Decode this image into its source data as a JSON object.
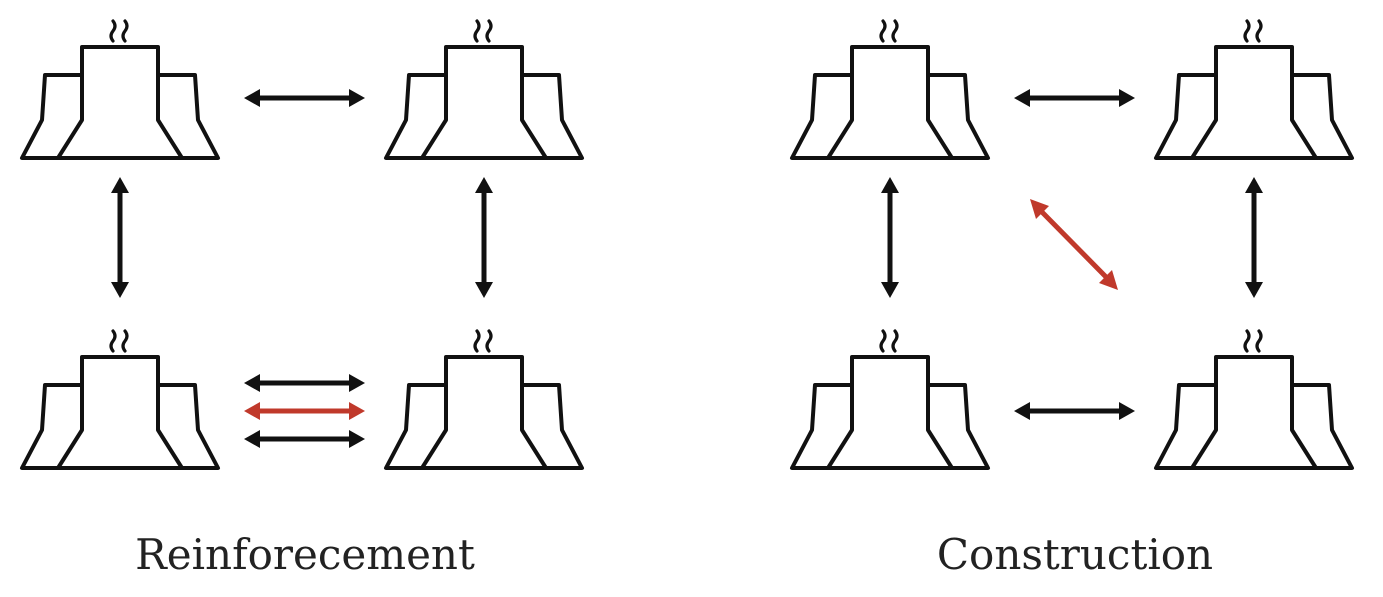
{
  "colors": {
    "stroke": "#111111",
    "highlight": "#c0392b",
    "text": "#222222",
    "background": "#ffffff"
  },
  "icon": "power-plant-icon",
  "panels": [
    {
      "caption": "Reinforecement",
      "highlight_link": "bottom-horizontal (additional parallel link)"
    },
    {
      "caption": "Construction",
      "highlight_link": "diagonal (new link)"
    }
  ]
}
